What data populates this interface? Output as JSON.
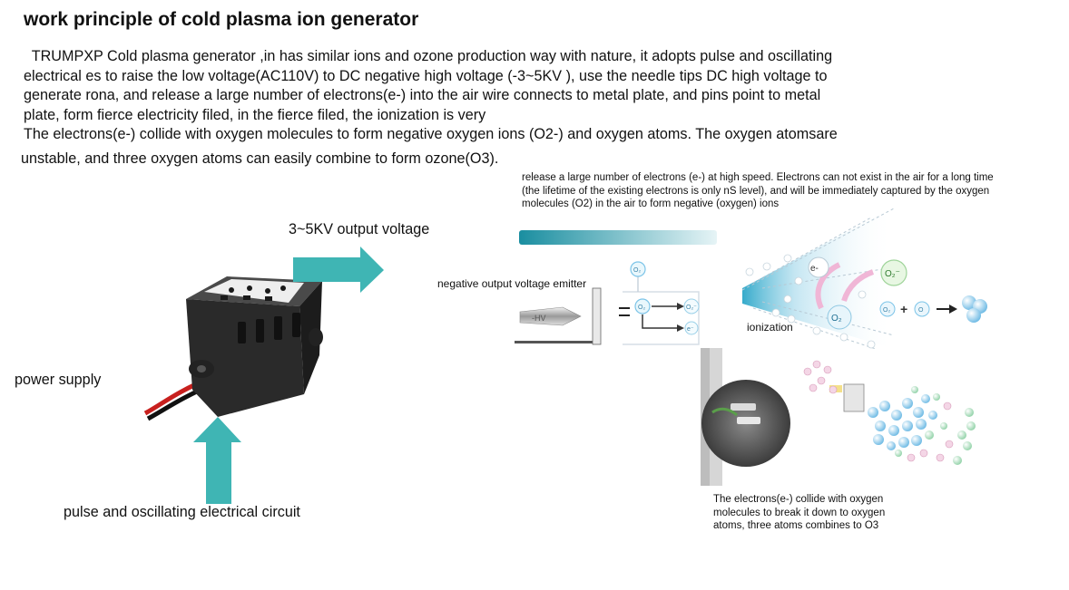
{
  "title": "work principle of cold plasma ion generator",
  "intro_lines": [
    "  TRUMPXP Cold plasma generator ,in has similar ions and ozone production way with nature, it adopts pulse and oscillating",
    "electrical  es to raise the low voltage(AC110V) to DC negative high voltage (-3~5KV ), use the needle tips DC high voltage to",
    "generate  rona, and release a large number of electrons(e-) into the air wire connects to metal plate, and pins point to metal",
    "plate, form fierce electricity filed, in the fierce filed, the ionization is very",
    "The electrons(e-) collide with oxygen molecules to form negative oxygen ions (O2-) and oxygen atoms. The oxygen atomsare",
    "unstable, and three oxygen atoms can easily combine to form ozone(O3)."
  ],
  "labels": {
    "output_voltage": "3~5KV output voltage",
    "power_supply": "power supply",
    "circuit": "pulse and oscillating electrical circuit",
    "emitter": "negative output voltage emitter",
    "ionization": "ionization",
    "hv": "-HV"
  },
  "release_note_lines": [
    "release a large number of electrons (e-) at high speed. Electrons can not exist in the air for a long time",
    "(the lifetime of the existing electrons is only nS level), and will be immediately captured by the oxygen",
    "molecules (O2) in the air to form negative (oxygen) ions"
  ],
  "collide_note_lines": [
    "The electrons(e-) collide with oxygen",
    "molecules to break it down to oxygen",
    "atoms, three atoms combines to O3"
  ],
  "symbols": {
    "o2": "O₂",
    "o2_ion": "O₂⁻",
    "e": "e⁻",
    "e_plain": "e-",
    "plus": "+",
    "o3_small": "O₃",
    "o1": "O"
  },
  "colors": {
    "arrow_teal": "#3fb5b4",
    "device_body": "#2a2a2a",
    "gradient_start": "#1a8ea0",
    "gradient_end": "#e6f4f6",
    "particle_blue": "#7cc4e8",
    "particle_green": "#9ad3b8"
  }
}
